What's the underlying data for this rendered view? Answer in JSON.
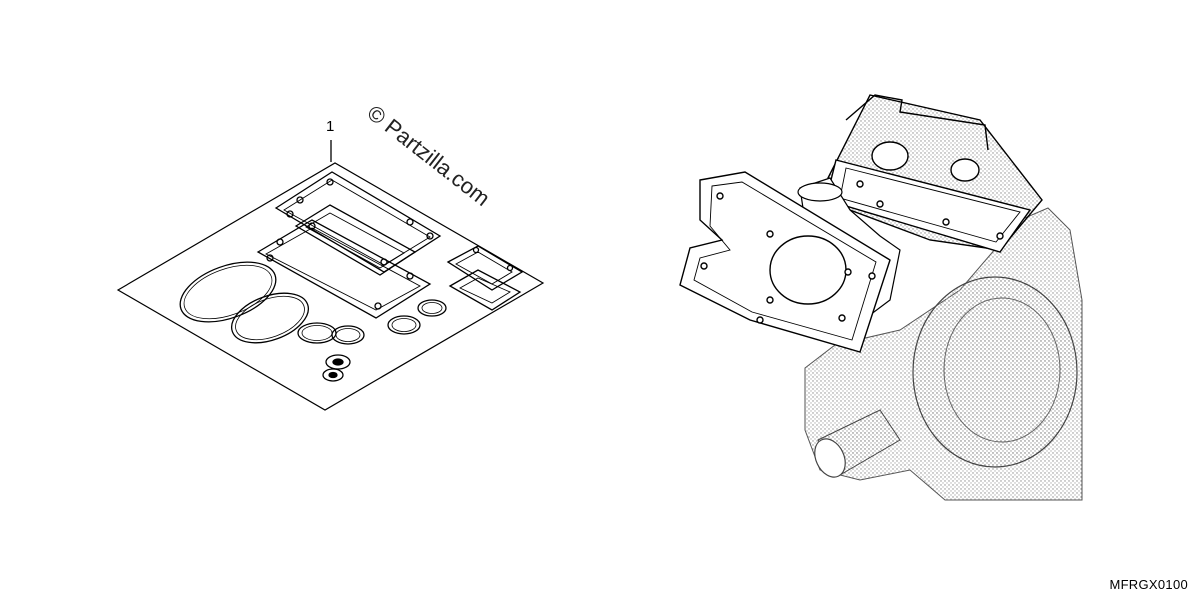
{
  "watermark": "© Partzilla.com",
  "callouts": [
    {
      "label": "1"
    }
  ],
  "diagram_code": "MFRGX0100",
  "colors": {
    "line": "#000000",
    "background": "#ffffff",
    "shade": "#9a9a9a"
  }
}
